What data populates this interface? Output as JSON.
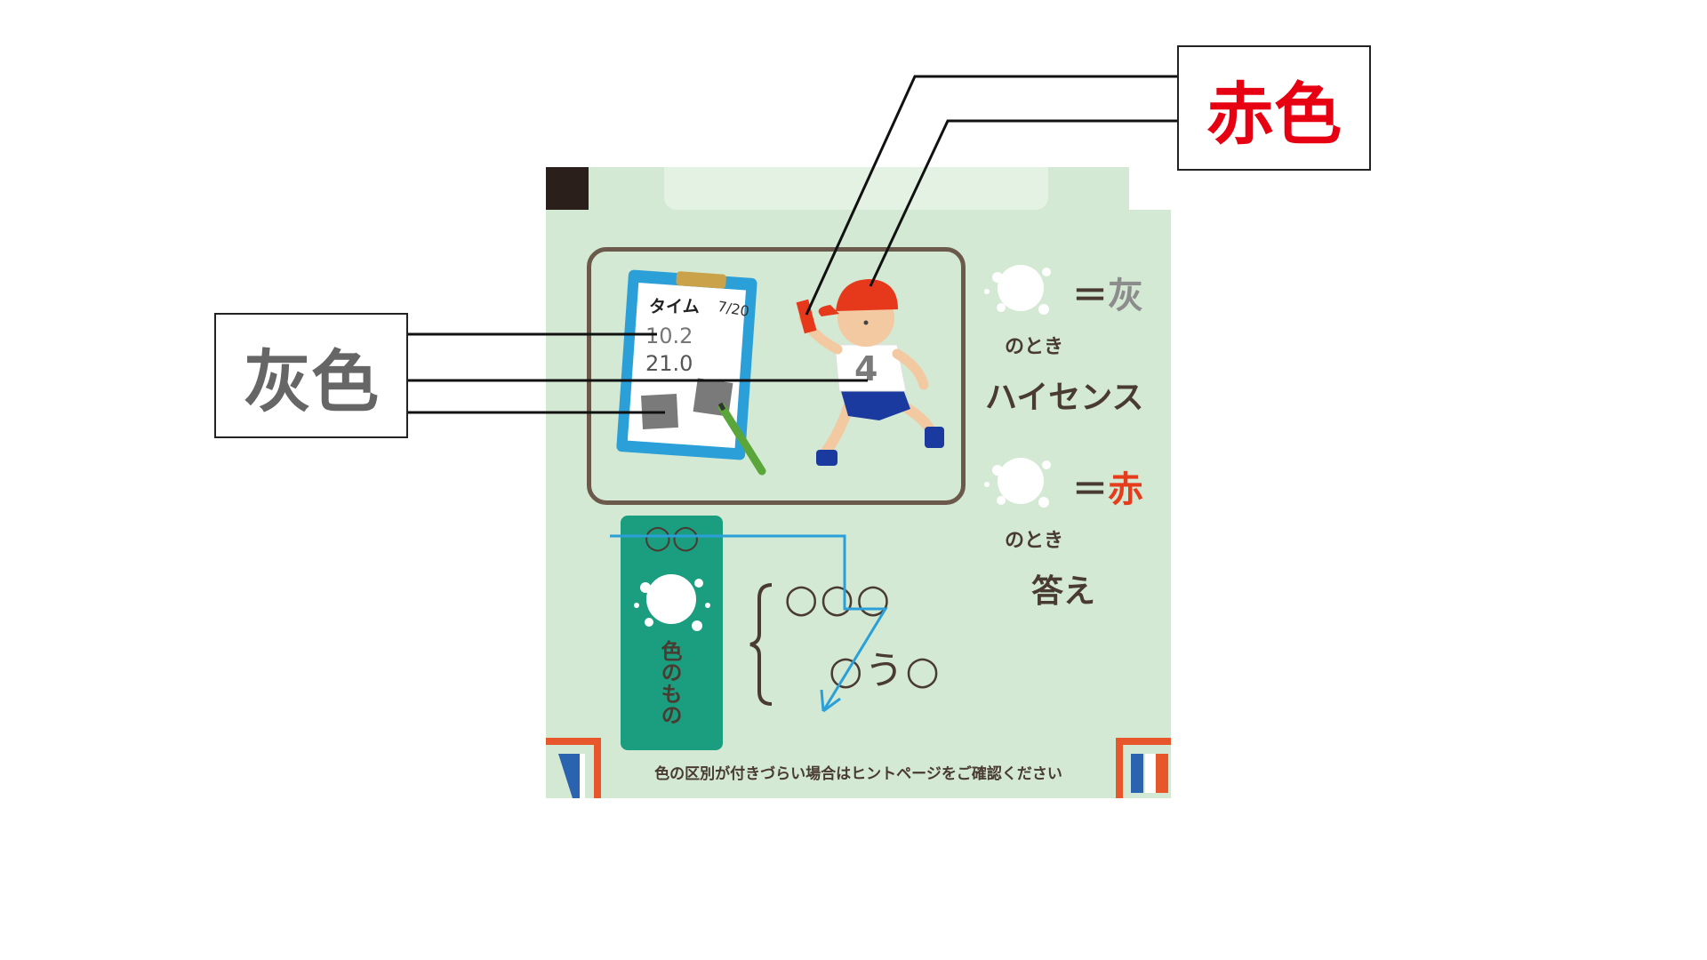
{
  "callouts": {
    "red": "赤色",
    "gray": "灰色"
  },
  "clipboard": {
    "title": "タイム",
    "date": "7/20",
    "row1": "10.2",
    "row2": "21.0"
  },
  "runner": {
    "number": "4"
  },
  "legend": {
    "gray_eq": "＝",
    "gray_word": "灰",
    "gray_sub": "のとき",
    "gray_answer": "ハイセンス",
    "red_eq": "＝",
    "red_word": "赤",
    "red_sub": "のとき",
    "red_answer": "答え"
  },
  "teal_box": {
    "top": "○○",
    "bottom": "色のもの"
  },
  "riddle": {
    "line1": "○○○",
    "line2": "○う○"
  },
  "note": "色の区別が付きづらい場合はヒントページをご確認ください",
  "colors": {
    "card_bg": "#d3e9d3",
    "callout_red": "#e60012",
    "callout_gray": "#666666",
    "teal": "#1a9e7f",
    "arrow_blue": "#2a9fd8",
    "frame_brown": "#6b5a4c"
  }
}
